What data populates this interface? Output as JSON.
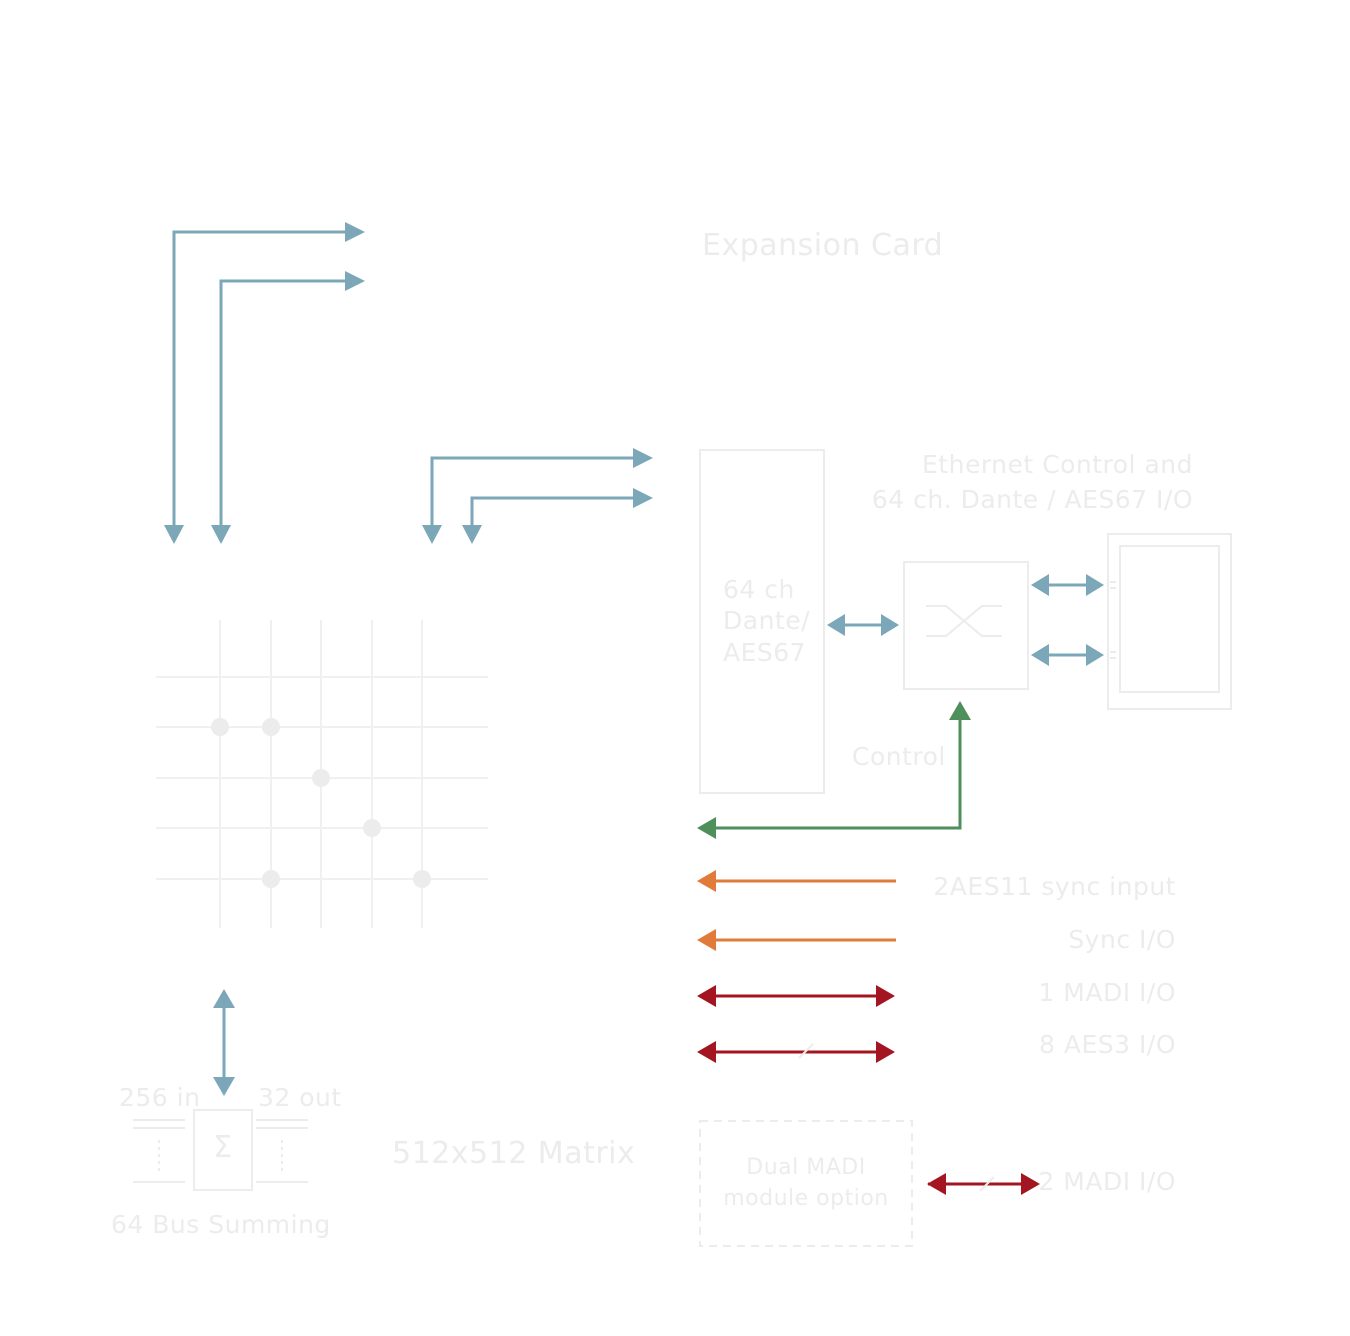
{
  "expansion_card_label": "Expansion Card",
  "ethernet": {
    "line1": "Ethernet Control and",
    "line2": "64 ch. Dante / AES67 I/O"
  },
  "dante_block": {
    "line1": "64 ch",
    "line2": "Dante/",
    "line3": "AES67"
  },
  "control_label": "Control",
  "io_labels": {
    "aes11": "2AES11 sync input",
    "sync": "Sync I/O",
    "madi": "1 MADI I/O",
    "aes3": "8 AES3 I/O",
    "madi2": "2 MADI I/O"
  },
  "madi_module": {
    "line1": "Dual MADI",
    "line2": "module option"
  },
  "matrix_label": "512x512 Matrix",
  "summing": {
    "in_label": "256 in",
    "out_label": "32 out",
    "symbol": "Σ",
    "caption": "64 Bus Summing"
  },
  "colors": {
    "blue": "#7ba7b8",
    "green": "#4e8f5c",
    "orange": "#e07b39",
    "red": "#a31621",
    "faint": "#ececec"
  }
}
